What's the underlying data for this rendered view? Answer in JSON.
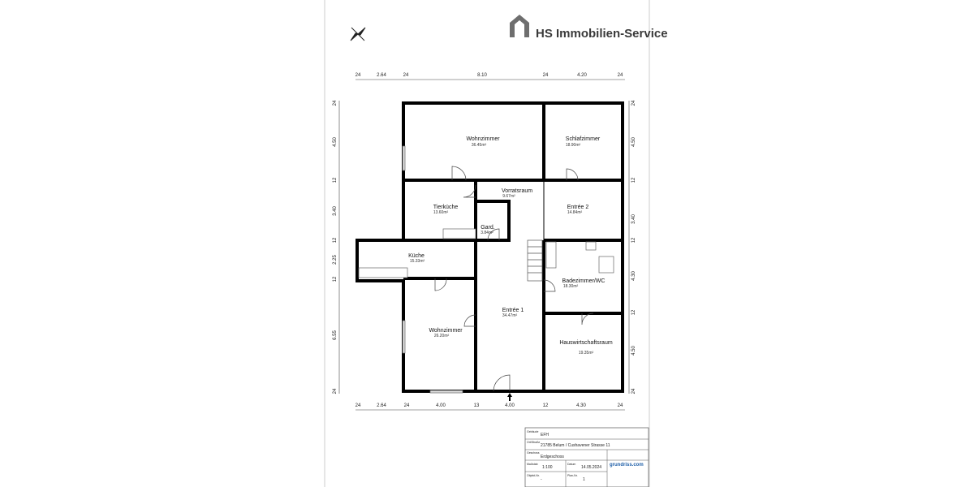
{
  "logo": {
    "text": "HS Immobilien-Service"
  },
  "rooms": [
    {
      "name": "Wohnzimmer",
      "area": "36.45m²"
    },
    {
      "name": "Schlafzimmer",
      "area": "18.90m²"
    },
    {
      "name": "Vorratsraum",
      "area": "9.67m²"
    },
    {
      "name": "Tierküche",
      "area": "13.60m²"
    },
    {
      "name": "Gard.",
      "area": "3.84m²"
    },
    {
      "name": "Entrée 2",
      "area": "14.84m²"
    },
    {
      "name": "Küche",
      "area": "15.33m²"
    },
    {
      "name": "Badezimmer/WC",
      "area": "18.30m²"
    },
    {
      "name": "Entrée 1",
      "area": "34.47m²"
    },
    {
      "name": "Wohnzimmer",
      "area": "26.20m²"
    },
    {
      "name": "Hauswirtschaftsraum",
      "area": "19.35m²"
    }
  ],
  "dimensions": {
    "top": [
      "24",
      "2.64",
      "24",
      "8.10",
      "24",
      "4.20",
      "24"
    ],
    "bottom": [
      "24",
      "2.64",
      "24",
      "4.00",
      "13",
      "4.00",
      "12",
      "4.30",
      "24"
    ],
    "left": [
      "24",
      "4.50",
      "12",
      "3.40",
      "12",
      "2.25",
      "12",
      "6.55",
      "24"
    ],
    "right": [
      "24",
      "4.50",
      "12",
      "3.40",
      "12",
      "4.30",
      "12",
      "4.50",
      "24"
    ]
  },
  "title_block": {
    "gebaeude_label": "Gebäude",
    "gebaeude": "EFH",
    "adresse_label": "Ort/Straße",
    "adresse": "21785 Belum / Cushavener Strasse 11",
    "geschoss_label": "Geschoss",
    "geschoss": "Erdgeschoss",
    "massstab_label": "Maßstab",
    "massstab": "1:100",
    "datum_label": "Datum",
    "datum": "14.05.2024",
    "objekt_label": "Objekt-Nr.",
    "objekt": "-",
    "plan_label": "Plan-Nr.",
    "plan": "1",
    "brand": "grundriss.com"
  }
}
